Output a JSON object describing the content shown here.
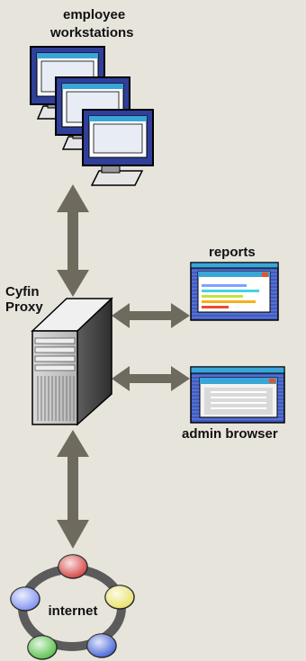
{
  "labels": {
    "workstations_line1": "employee",
    "workstations_line2": "workstations",
    "proxy_line1": "Cyfin",
    "proxy_line2": "Proxy",
    "reports": "reports",
    "admin_browser": "admin browser",
    "internet": "internet"
  },
  "colors": {
    "background": "#e7e4dc",
    "arrow": "#6e6a5e",
    "monitor_frame": "#2f3f9a",
    "monitor_screen": "#e8edf5",
    "window_title": "#3aa6d8",
    "window_body": "#3f5bc0",
    "close_button": "#e8502a",
    "report_bars": [
      "#7fa0ff",
      "#44d2e6",
      "#c6e23a",
      "#f2b21c",
      "#e94b2e"
    ],
    "internet_nodes": [
      "#d43a3a",
      "#e8e060",
      "#3e5fd8",
      "#4fbf3f",
      "#7a8cf0"
    ]
  }
}
